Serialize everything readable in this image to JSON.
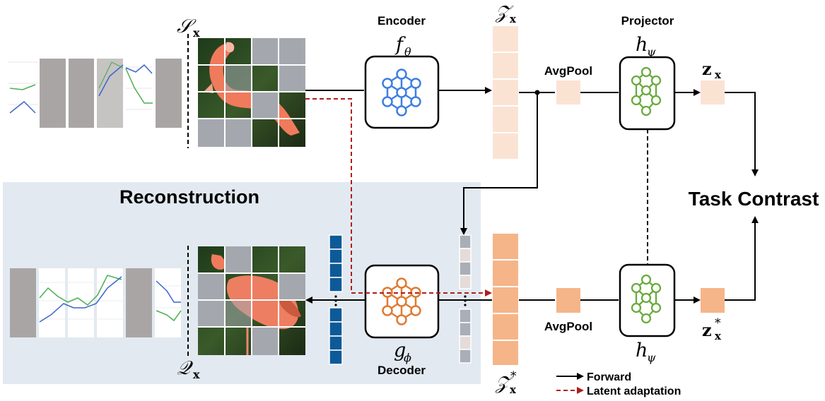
{
  "panel": {
    "title": "Reconstruction",
    "bg_color": "#e2e9f1"
  },
  "encoder": {
    "label": "Encoder",
    "symbol_base": "f",
    "symbol_sub": "θ",
    "icon": "neural-network-icon",
    "color": "#3d7fe0"
  },
  "decoder": {
    "label": "Decoder",
    "symbol_base": "g",
    "symbol_sub": "ϕ",
    "icon": "neural-network-icon",
    "color": "#e07a32"
  },
  "projector": {
    "label": "Projector",
    "symbol_base": "h",
    "symbol_sub": "ψ",
    "icon": "neural-network-icon",
    "color": "#6aab3e"
  },
  "projector_bottom": {
    "symbol_base": "h",
    "symbol_sub": "ψ"
  },
  "support_set": {
    "symbol_base": "𝒮",
    "symbol_sub": "𝐱"
  },
  "query_set": {
    "symbol_base": "𝒬",
    "symbol_sub": "𝐱"
  },
  "latent_top": {
    "symbol_base": "𝒵",
    "symbol_sub": "𝐱",
    "color": "#fbe3d4"
  },
  "latent_bottom": {
    "symbol_base": "𝒵",
    "symbol_sub": "𝐱",
    "symbol_sup": "*",
    "color": "#f5b588"
  },
  "pool_top": {
    "label": "AvgPool"
  },
  "pool_bottom": {
    "label": "AvgPool"
  },
  "z_top": {
    "symbol_base": "𝐳",
    "symbol_sub": "𝐱"
  },
  "z_bottom": {
    "symbol_base": "𝐳",
    "symbol_sub": "𝐱",
    "symbol_sup": "*"
  },
  "task_contrast": {
    "label": "Task Contrast"
  },
  "legend": {
    "items": [
      {
        "label": "Forward",
        "style": "solid",
        "color": "#000000"
      },
      {
        "label": "Latent adaptation",
        "style": "dashed",
        "color": "#b01c1c"
      }
    ]
  },
  "colors": {
    "grey_column": "#aaa5a5",
    "grey_token": "#a9aeb7",
    "blue_token": "#0d5a98",
    "masked_patch": "#a4a8ae"
  }
}
